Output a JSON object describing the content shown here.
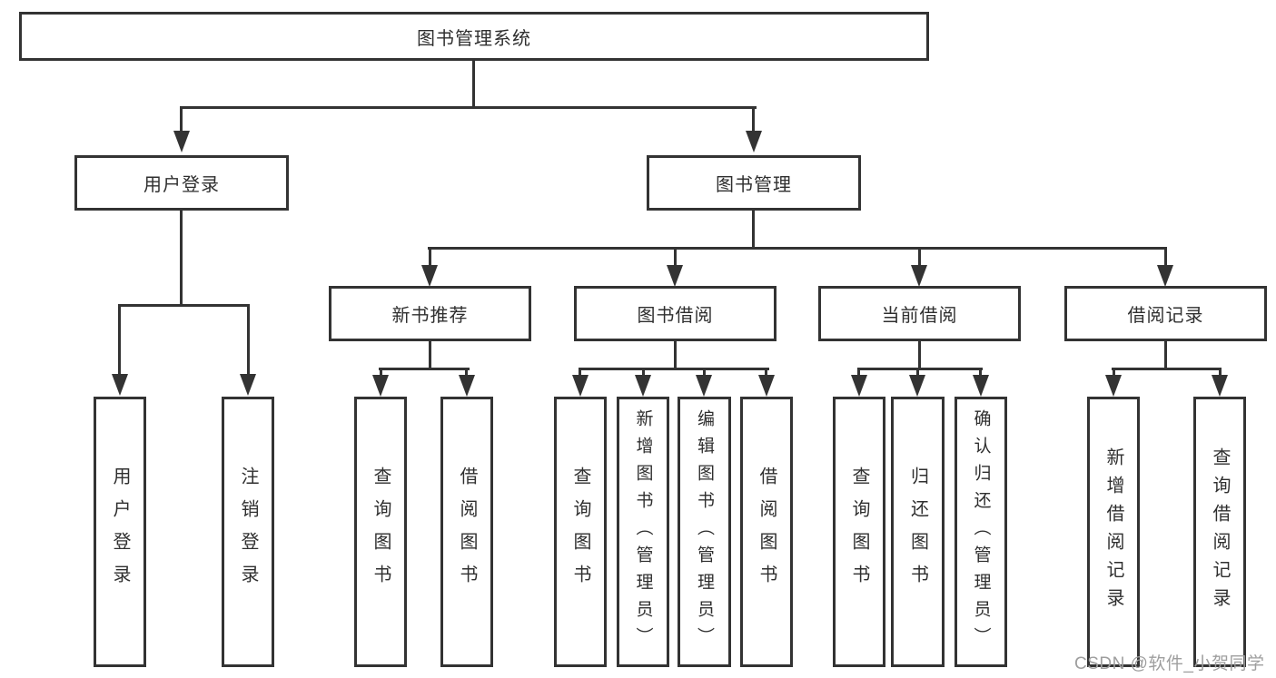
{
  "diagram_type": "functional-structure-tree",
  "root": {
    "label": "图书管理系统"
  },
  "level1": {
    "user_login": {
      "label": "用户登录"
    },
    "book_mgmt": {
      "label": "图书管理"
    }
  },
  "level2": {
    "new_books": {
      "label": "新书推荐"
    },
    "book_borrow": {
      "label": "图书借阅"
    },
    "current_borrow": {
      "label": "当前借阅"
    },
    "borrow_records": {
      "label": "借阅记录"
    }
  },
  "leaves": {
    "user_login": [
      "用户登录",
      "注销登录"
    ],
    "new_books": [
      "查询图书",
      "借阅图书"
    ],
    "book_borrow": [
      "查询图书",
      "新增图书（管理员）",
      "编辑图书（管理员）",
      "借阅图书"
    ],
    "current_borrow": [
      "查询图书",
      "归还图书",
      "确认归还（管理员）"
    ],
    "borrow_records": [
      "新增借阅记录",
      "查询借阅记录"
    ]
  },
  "watermark": {
    "text": "CSDN @软件_小贺同学",
    "color": "#9e9e9e"
  },
  "colors": {
    "line": "#333333",
    "box_border": "#333333",
    "text": "#2f2f2f",
    "background": "#ffffff"
  }
}
